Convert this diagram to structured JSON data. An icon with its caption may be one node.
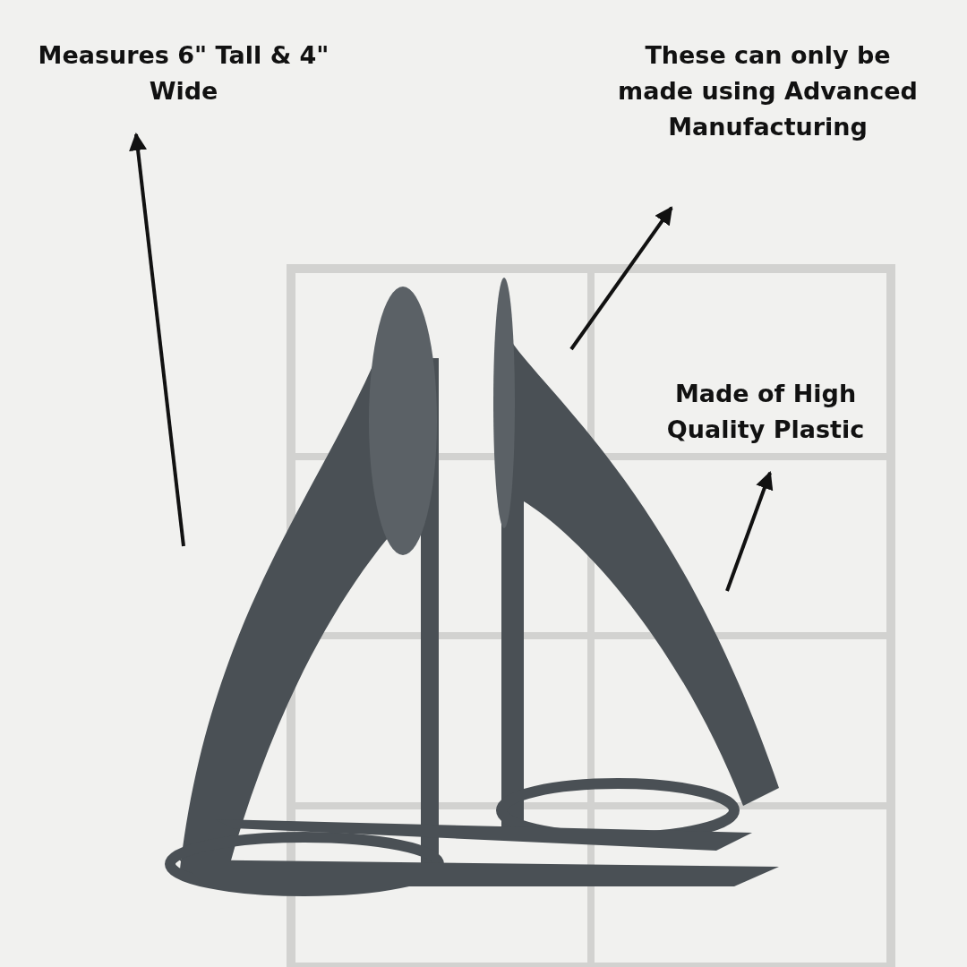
{
  "diagram": {
    "nodes": [
      {
        "text": [
          "Measures 6\" Tall & 4\" Wide"
        ]
      },
      {
        "text": [
          "These can only be made using Advanced Manufacturing"
        ]
      },
      {
        "text": [
          "Made of High Quality Plastic"
        ]
      }
    ],
    "edges": [
      {
        "from": null,
        "to": 0,
        "arrow": "to"
      },
      {
        "from": null,
        "to": 1,
        "arrow": "to"
      },
      {
        "from": null,
        "to": 2,
        "arrow": "to"
      }
    ]
  }
}
